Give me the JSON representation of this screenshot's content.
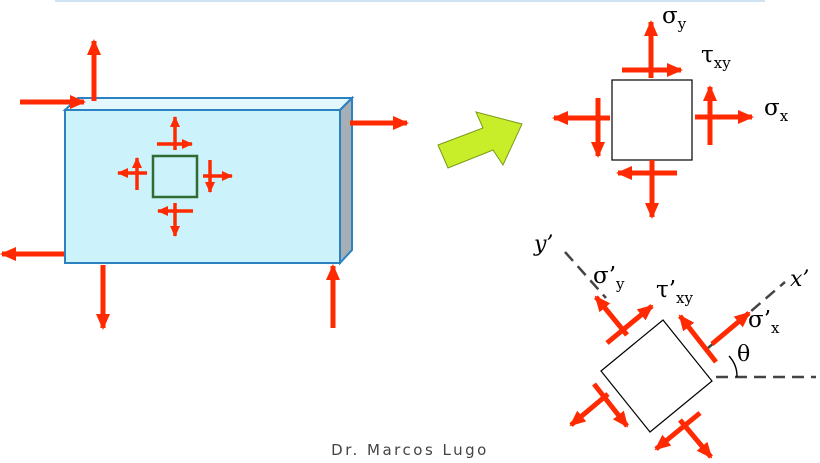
{
  "labels": {
    "sigma_y": "σ",
    "sigma_y_sub": "y",
    "tau_xy": "τ",
    "tau_xy_sub": "xy",
    "sigma_x": "σ",
    "sigma_x_sub": "x",
    "y_prime_axis": "y’",
    "x_prime_axis": "x’",
    "sigma_y_prime": "σ’",
    "sigma_y_prime_sub": "y",
    "tau_xy_prime": "τ’",
    "tau_xy_prime_sub": "xy",
    "sigma_x_prime": "σ’",
    "sigma_x_prime_sub": "x",
    "theta": "θ"
  },
  "footer": "Dr. Marcos Lugo",
  "colors": {
    "arrow": "#ff2a00",
    "plate_front": "#ccf2fb",
    "plate_top": "#e3f7fc",
    "plate_side": "#a6afb5",
    "plate_edge": "#2a82c0",
    "element_outline": "#2f6b33",
    "big_arrow": "#c8ee2a",
    "dashed_axis": "#444444"
  }
}
